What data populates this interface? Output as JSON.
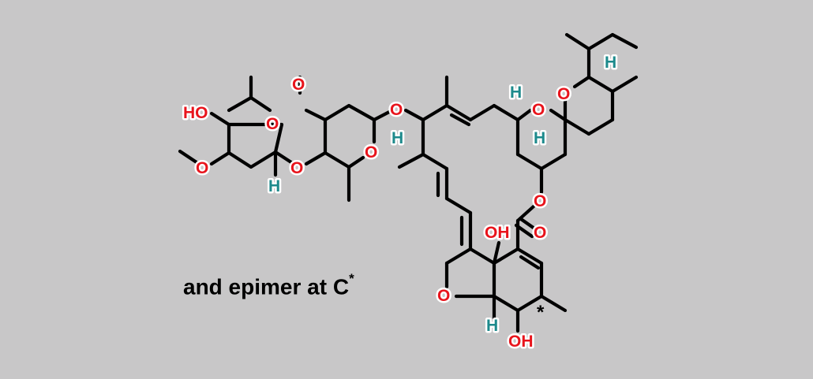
{
  "caption": {
    "text": "and epimer at C",
    "superscript": "*"
  },
  "colors": {
    "background": "#c8c7c8",
    "bond": "#000000",
    "oxygen": "#e8141c",
    "hydrogen": "#1d8a8c"
  },
  "labels": {
    "ho_sugar": "HO",
    "o": "O",
    "oh": "OH",
    "h": "H",
    "star": "*"
  }
}
